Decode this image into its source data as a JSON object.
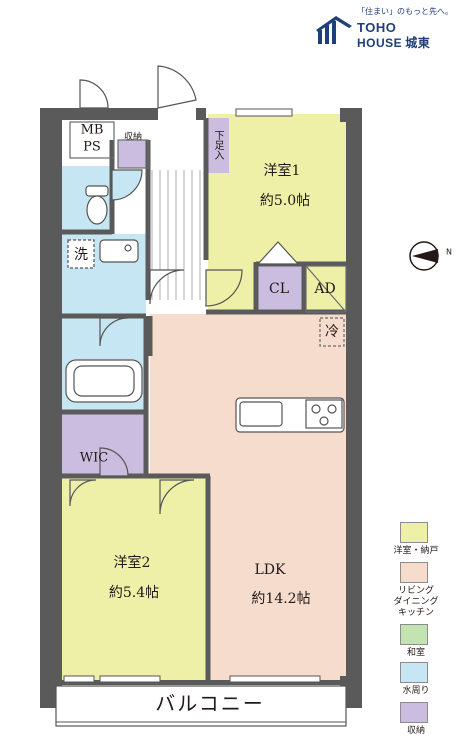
{
  "logo": {
    "tagline": "「住まい」のもっと先へ。",
    "brand_line1": "TOHO",
    "brand_line2": "HOUSE",
    "brand_sub": "城東"
  },
  "rooms": {
    "western1_name": "洋室1",
    "western1_size": "約5.0帖",
    "western2_name": "洋室2",
    "western2_size": "約5.4帖",
    "ldk_name": "LDK",
    "ldk_size": "約14.2帖",
    "mbps_line1": "MB",
    "mbps_line2": "PS",
    "storage": "収納",
    "shoe_storage": "下足入",
    "washer": "洗",
    "cl": "CL",
    "ad": "AD",
    "refrigerator": "冷",
    "wic": "WIC",
    "balcony": "バルコニー"
  },
  "compass": {
    "north_label": "N"
  },
  "legend": [
    {
      "label": "洋室・納戸",
      "color": "#eef0a8"
    },
    {
      "label": "リビング\nダイニング\nキッチン",
      "color": "#f6dccd"
    },
    {
      "label": "和室",
      "color": "#c4e3b2"
    },
    {
      "label": "水周り",
      "color": "#c7e6f4"
    },
    {
      "label": "収納",
      "color": "#cbbde0"
    }
  ],
  "colors": {
    "western": "#eef0a8",
    "ldk": "#f6dccd",
    "water": "#c7e6f4",
    "storage": "#cbbde0",
    "wall": "#5a5a5a",
    "brand": "#1f3f7a"
  }
}
